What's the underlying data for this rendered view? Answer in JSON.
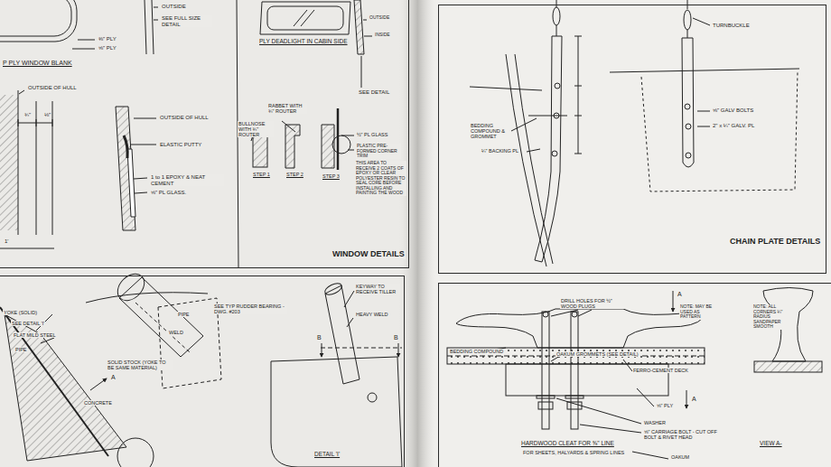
{
  "diagram": {
    "nodes": [
      {
        "text": [
          "WINDOW DETAILS"
        ]
      },
      {
        "text": [
          "DETAIL 'I'"
        ]
      },
      {
        "text": [
          "CHAIN PLATE DETAILS"
        ]
      },
      {
        "text": [
          "HARDWOOD CLEAT FOR ⅝\" LINE",
          "FOR SHEETS, HALYARDS & SPRING LINES"
        ]
      }
    ],
    "labels": [
      "⅜\" PLY",
      "⅝\" PLY",
      "OUTSIDE",
      "SEE FULL SIZE DETAIL",
      "P PLY WINDOW BLANK",
      "OUTSIDE OF HULL",
      "¾\"",
      "⅛\"",
      "OUTSIDE OF HULL",
      "ELASTIC PUTTY",
      "1 to 1 EPOXY & NEAT CEMENT",
      "⅝\" PL GLASS.",
      "1'",
      "PLY DEADLIGHT IN CABIN SIDE",
      "OUTSIDE",
      "INSIDE",
      "SEE DETAIL",
      "RABBET WITH ¾\" ROUTER",
      "BULLNOSE WITH ¾\" ROUTER",
      "½\" PL GLASS",
      "PLASTIC PRE-FORMED CORNER TRIM",
      "THIS AREA TO RECEIVE 2 COATS OF EPOXY OR CLEAR POLYESTER RESIN TO SEAL CORE BEFORE INSTALLING AND PAINTING THE WOOD",
      "STEP 1",
      "STEP 2",
      "STEP 3",
      "TURNBUCKLE",
      "BEDDING COMPOUND & GROMMET",
      "¼\" BACKING PL",
      "⅝\" GALV BOLTS",
      "2\" x ¼\" GALV. PL",
      "YOKE (SOLID)",
      "SEE DETAIL 'I'",
      "FLAT MILD STEEL",
      "PIPE",
      "CONCRETE",
      "PIPE",
      "WELD",
      "SEE TYP RUDDER BEARING - DWG. #203",
      "SOLID STOCK (YOKE TO BE SAME MATERIAL)",
      "KEYWAY TO RECEIVE TILLER",
      "HEAVY WELD",
      "A",
      "B",
      "B",
      "DRILL HOLES FOR ½\" WOOD PLUGS",
      "A",
      "NOTE: MAY BE USED AS PATTERN",
      "NOTE: ALL CORNERS ¼\" RADIUS SANDPAPER SMOOTH",
      "BEDDING COMPOUND",
      "OAKUM GROMMETS (SEE DETAIL)",
      "FERRO-CEMENT DECK",
      "⅝\" PLY",
      "A",
      "WASHER",
      "⅝\" CARRIAGE BOLT - CUT OFF BOLT & RIVET HEAD",
      "VIEW A-",
      "OAKUM"
    ]
  }
}
